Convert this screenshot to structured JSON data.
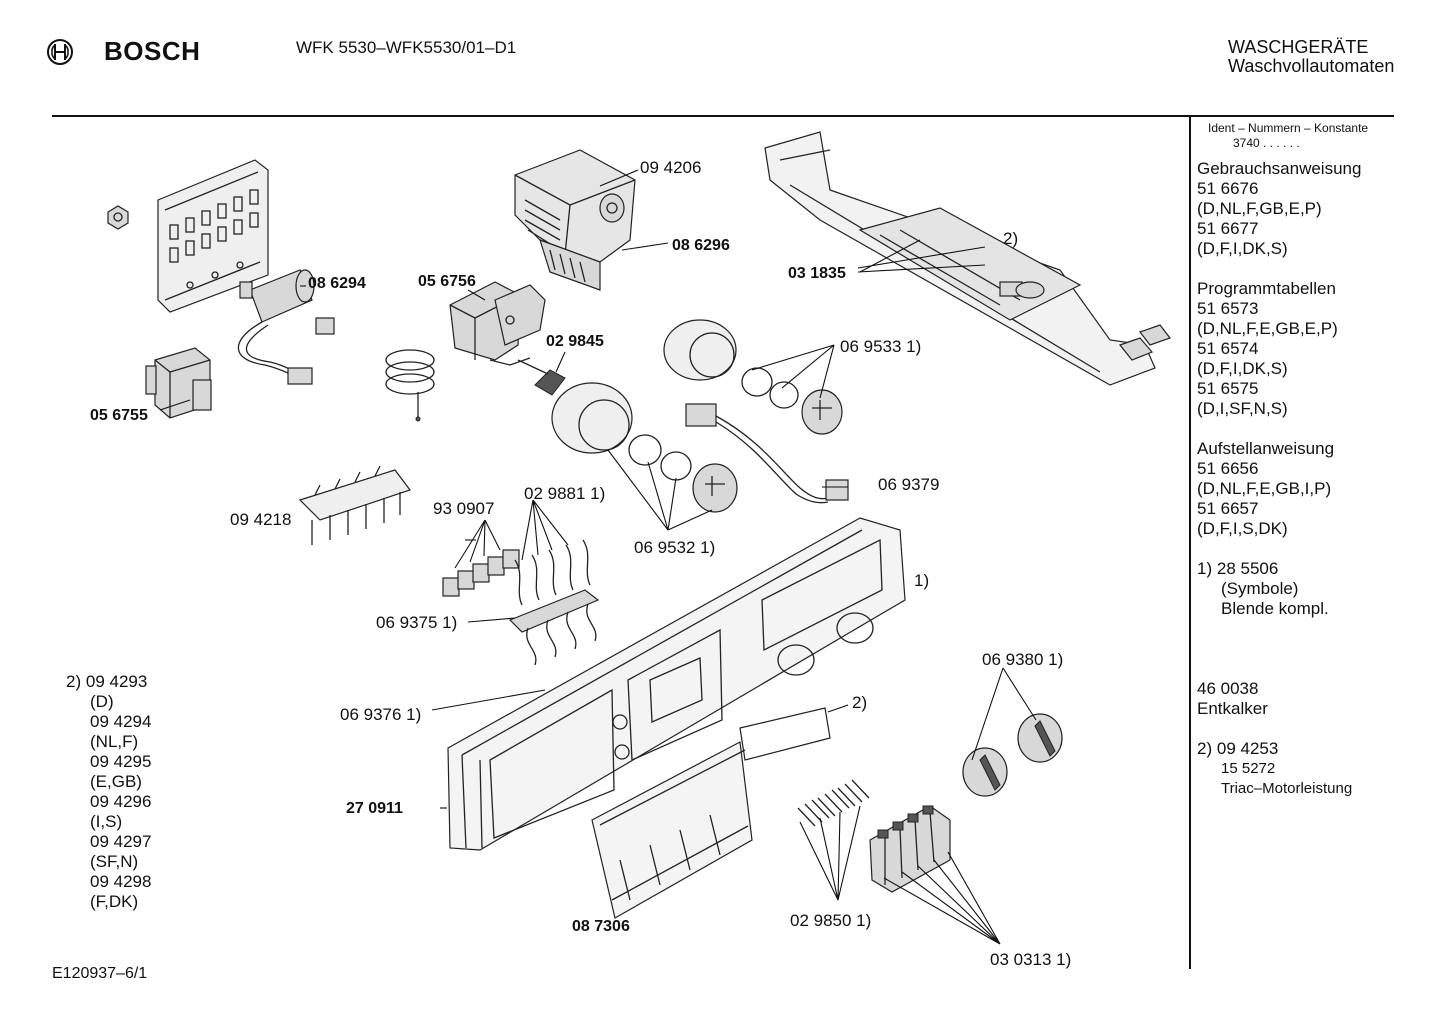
{
  "header": {
    "brand": "BOSCH",
    "model": "WFK 5530–WFK5530/01–D1",
    "category_line1": "WASCHGERÄTE",
    "category_line2": "Waschvollautomaten"
  },
  "sidebar": {
    "ident_title": "Ident – Nummern – Konstante",
    "ident_value": "3740 . .  . . . .",
    "sections": [
      {
        "title": "Gebrauchsanweisung",
        "lines": [
          "51 6676",
          "(D,NL,F,GB,E,P)",
          "51 6677",
          "(D,F,I,DK,S)"
        ]
      },
      {
        "title": "Programmtabellen",
        "lines": [
          "51 6573",
          "(D,NL,F,E,GB,E,P)",
          "51 6574",
          "(D,F,I,DK,S)",
          "51 6575",
          "(D,I,SF,N,S)"
        ]
      },
      {
        "title": "Aufstellanweisung",
        "lines": [
          "51 6656",
          "(D,NL,F,E,GB,I,P)",
          "51 6657",
          "(D,F,I,S,DK)"
        ]
      }
    ],
    "note1": {
      "marker": "1)",
      "number": "28 5506",
      "line2": "(Symbole)",
      "line3": "Blende kompl."
    },
    "entkalker": {
      "number": "46 0038",
      "label": "Entkalker"
    },
    "note2": {
      "marker": "2)",
      "number": "09 4253",
      "sub_number": "15 5272",
      "sub_label": "Triac–Motorleistung"
    }
  },
  "legend2": {
    "marker": "2)",
    "items": [
      {
        "number": "09 4293",
        "countries": "(D)"
      },
      {
        "number": "09 4294",
        "countries": "(NL,F)"
      },
      {
        "number": "09 4295",
        "countries": "(E,GB)"
      },
      {
        "number": "09 4296",
        "countries": "(I,S)"
      },
      {
        "number": "09 4297",
        "countries": "(SF,N)"
      },
      {
        "number": "09 4298",
        "countries": "(F,DK)"
      }
    ]
  },
  "part_labels": {
    "p094206": "09 4206",
    "p086296": "08 6296",
    "p086294": "08 6294",
    "p056756": "05 6756",
    "p029845": "02 9845",
    "p056755": "05 6755",
    "p031835": "03 1835",
    "p2top": "2)",
    "p069533": "06 9533 1)",
    "p069379": "06 9379",
    "p094218": "09 4218",
    "p930907": "93 0907",
    "p029881": "02 9881 1)",
    "p069532": "06 9532 1)",
    "p1panel": "1)",
    "p069375": "06 9375 1)",
    "p069380": "06 9380 1)",
    "p069376": "06 9376 1)",
    "p2mid": "2)",
    "p270911": "27 0911",
    "p087306": "08 7306",
    "p029850": "02 9850 1)",
    "p030313": "03 0313 1)"
  },
  "footer": {
    "code": "E120937–6/1"
  }
}
